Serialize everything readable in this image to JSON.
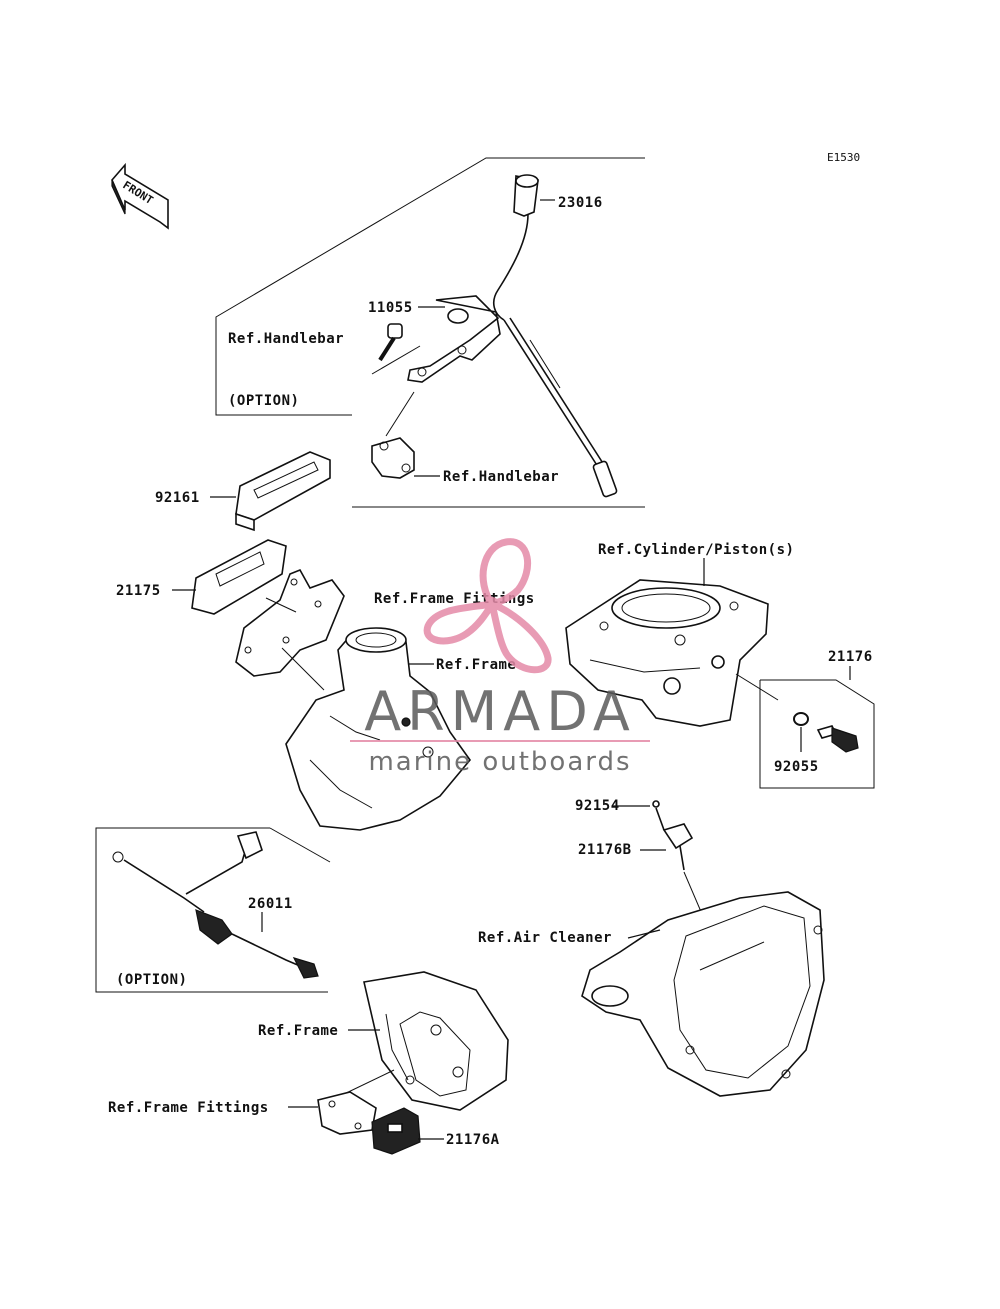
{
  "diagram_code": "E1530",
  "front_arrow_text": "FRONT",
  "parts": {
    "p23016": "23016",
    "p11055": "11055",
    "p92161": "92161",
    "p21175": "21175",
    "p21176": "21176",
    "p92055": "92055",
    "p92154": "92154",
    "p21176B": "21176B",
    "p26011": "26011",
    "p21176A": "21176A"
  },
  "refs": {
    "handlebar_top": "Ref.Handlebar",
    "option_top": "(OPTION)",
    "handlebar_clamp": "Ref.Handlebar",
    "cylinder_piston": "Ref.Cylinder/Piston(s)",
    "frame_fittings_top": "Ref.Frame Fittings",
    "frame_top": "Ref.Frame",
    "air_cleaner": "Ref.Air Cleaner",
    "option_bottom": "(OPTION)",
    "frame_bottom": "Ref.Frame",
    "frame_fittings_bottom": "Ref.Frame Fittings"
  },
  "watermark": {
    "brand": "ARMADA",
    "tagline": "marine outboards",
    "logo": "propeller-logo",
    "logo_color": "#e48aa8"
  }
}
